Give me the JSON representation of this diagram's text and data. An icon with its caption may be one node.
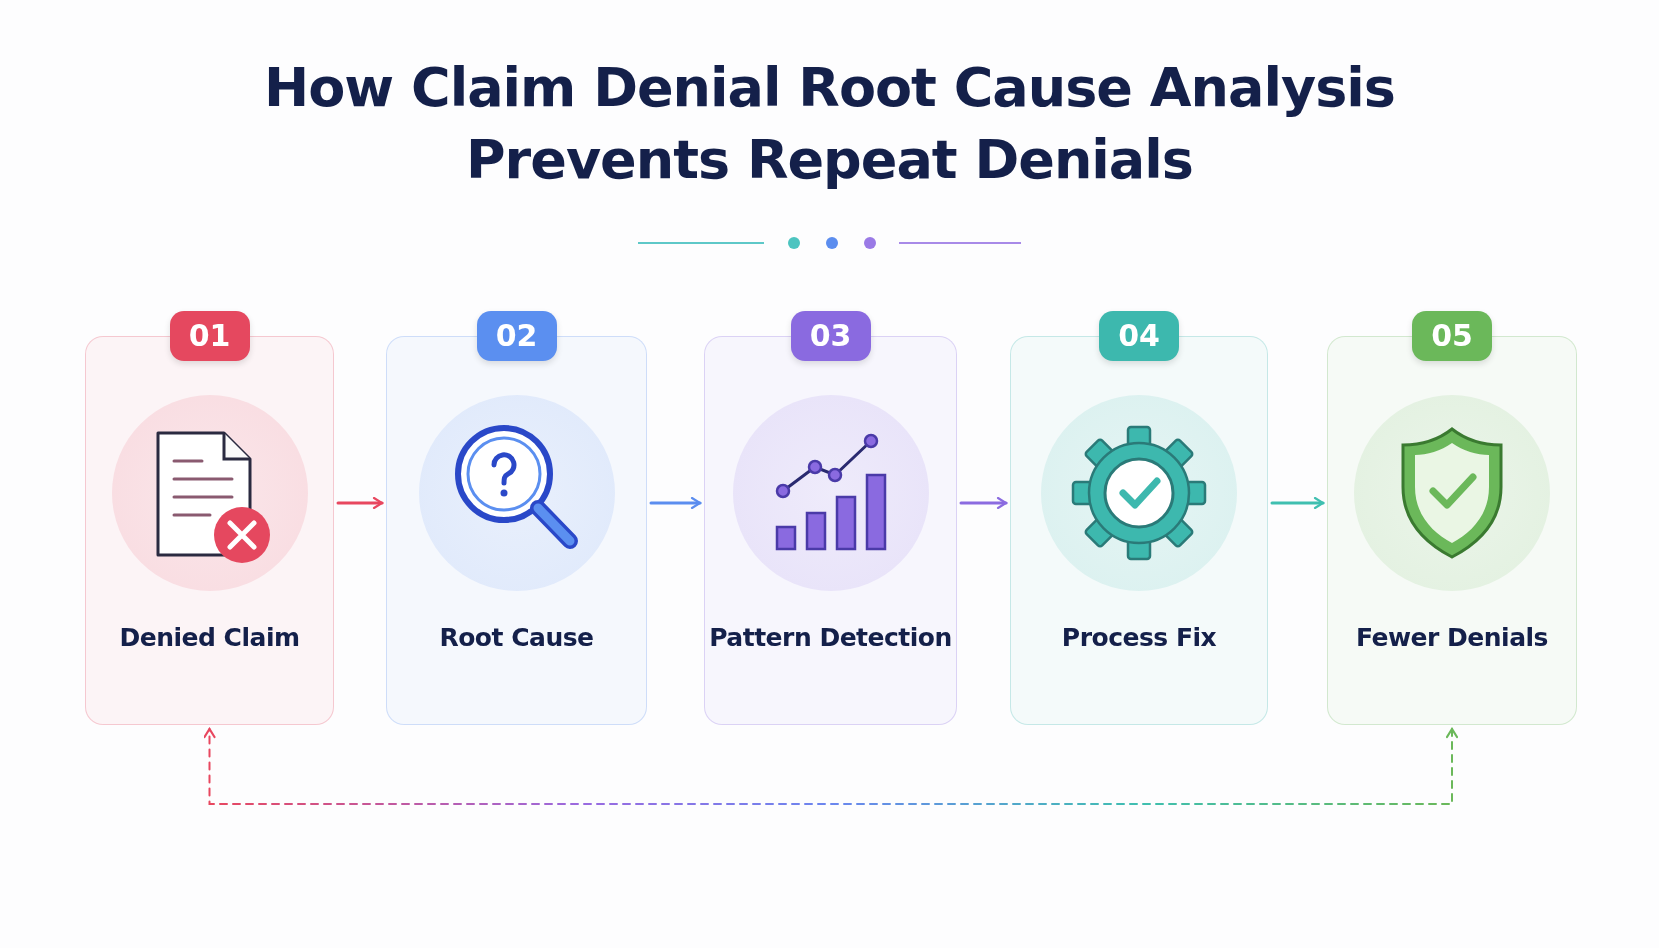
{
  "diagram": {
    "title": "How Claim Denial Root Cause Analysis Prevents Repeat Denials",
    "nodes": [
      {
        "text": [
          "01",
          "Denied Claim"
        ]
      },
      {
        "text": [
          "02",
          "Root Cause"
        ]
      },
      {
        "text": [
          "03",
          "Pattern Detection"
        ]
      },
      {
        "text": [
          "04",
          "Process Fix"
        ]
      },
      {
        "text": [
          "05",
          "Fewer Denials"
        ]
      }
    ],
    "edges": [
      {
        "from": 0,
        "to": 1,
        "arrow": "to",
        "color": "#e8475f"
      },
      {
        "from": 1,
        "to": 2,
        "arrow": "to",
        "color": "#5b8def"
      },
      {
        "from": 2,
        "to": 3,
        "arrow": "to",
        "color": "#8b6be0"
      },
      {
        "from": 3,
        "to": 4,
        "arrow": "to",
        "color": "#3fbfb0"
      },
      {
        "from": 4,
        "to": 0,
        "arrow": "both",
        "style": "dashed"
      }
    ]
  }
}
